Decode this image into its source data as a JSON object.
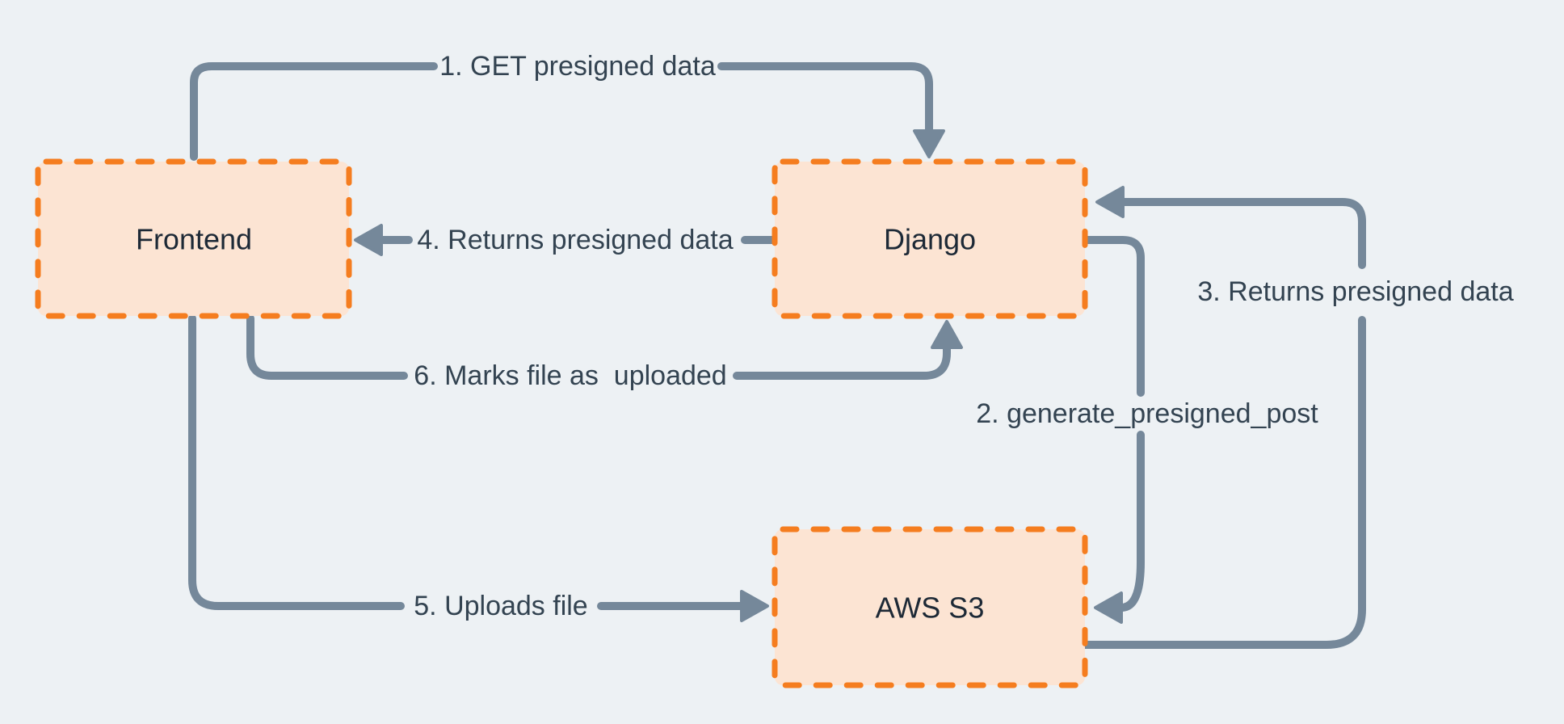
{
  "diagram": {
    "nodes": [
      {
        "id": "frontend",
        "label": "Frontend"
      },
      {
        "id": "django",
        "label": "Django"
      },
      {
        "id": "aws-s3",
        "label": "AWS S3"
      }
    ],
    "edges": [
      {
        "id": "edge-1",
        "label": "1. GET presigned data",
        "from": "frontend",
        "to": "django"
      },
      {
        "id": "edge-2",
        "label": "2. generate_presigned_post",
        "from": "django",
        "to": "aws-s3"
      },
      {
        "id": "edge-3",
        "label": "3. Returns presigned data",
        "from": "aws-s3",
        "to": "django"
      },
      {
        "id": "edge-4",
        "label": "4. Returns presigned data",
        "from": "django",
        "to": "frontend"
      },
      {
        "id": "edge-5",
        "label": "5. Uploads file",
        "from": "frontend",
        "to": "aws-s3"
      },
      {
        "id": "edge-6",
        "label": "6. Marks file as  uploaded",
        "from": "frontend",
        "to": "django"
      }
    ],
    "colors": {
      "background": "#edf1f4",
      "node_fill": "#fce4d3",
      "node_border": "#f57d1f",
      "node_text": "#1d2936",
      "arrow": "#75889a",
      "label_text": "#334351"
    }
  }
}
